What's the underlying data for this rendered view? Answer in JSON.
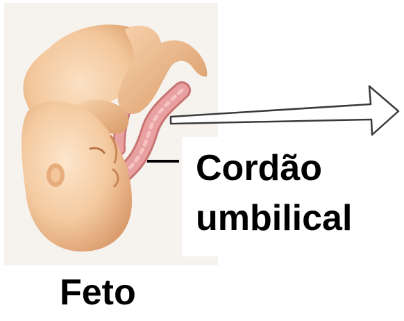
{
  "label": {
    "line1": "Cordão",
    "line2": "umbilical"
  },
  "caption": "Feto",
  "colors": {
    "background_panel": "#f6f2ee",
    "fetus_skin": "#f3c79c",
    "fetus_shadow": "#d99a66",
    "cord": "#e9a0a0",
    "cord_shadow": "#c87272",
    "text": "#000000",
    "arrow_fill": "#ffffff",
    "arrow_stroke": "#3a3a3a"
  }
}
